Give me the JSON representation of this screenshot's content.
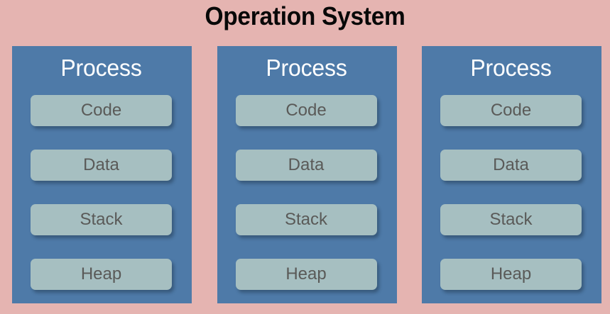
{
  "diagram": {
    "title": "Operation System",
    "background_color": "#e5b4b1",
    "panel_color": "#4e7aa8",
    "segment_color": "#a6bfc1",
    "title_color": "#080808",
    "panel_title_color": "#ffffff",
    "segment_text_color": "#5a5a58"
  },
  "processes": [
    {
      "title": "Process",
      "segments": [
        {
          "label": "Code"
        },
        {
          "label": "Data"
        },
        {
          "label": "Stack"
        },
        {
          "label": "Heap"
        }
      ]
    },
    {
      "title": "Process",
      "segments": [
        {
          "label": "Code"
        },
        {
          "label": "Data"
        },
        {
          "label": "Stack"
        },
        {
          "label": "Heap"
        }
      ]
    },
    {
      "title": "Process",
      "segments": [
        {
          "label": "Code"
        },
        {
          "label": "Data"
        },
        {
          "label": "Stack"
        },
        {
          "label": "Heap"
        }
      ]
    }
  ]
}
